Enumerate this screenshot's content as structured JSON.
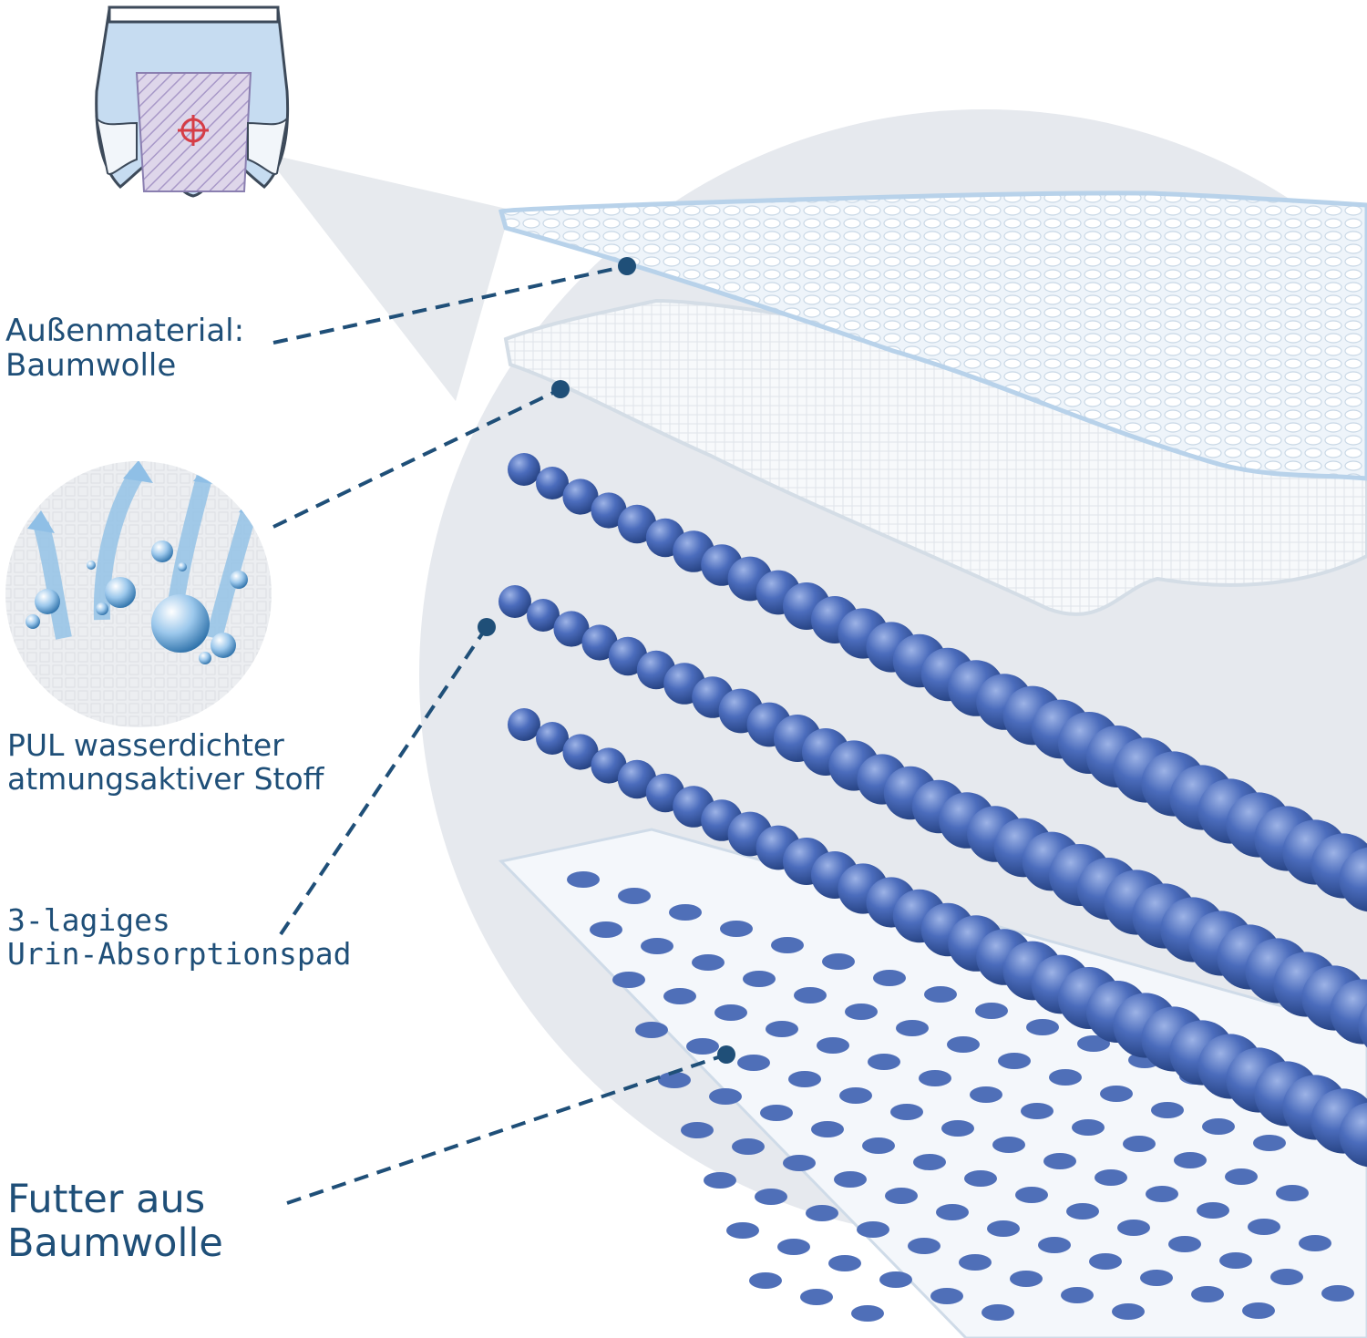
{
  "labels": {
    "outer_material": [
      "Außenmaterial:",
      "Baumwolle"
    ],
    "pul_fabric": [
      "PUL wasserdichter",
      "atmungsaktiver Stoff"
    ],
    "absorption_pad": [
      "3-lagiges",
      "Urin-Absorptionspad"
    ],
    "lining": [
      "Futter aus",
      "Baumwolle"
    ]
  },
  "colors": {
    "label_text": "#1f4f78",
    "leader_line": "#1f4f78",
    "circle_bg": "#e6e9ee",
    "bead_blue": "#3d5fae",
    "fabric_white": "#f2f6fa",
    "pant_blue": "#c6dcf1",
    "pad_stripes": "#b7a9cf",
    "cross_red": "#d63d46"
  },
  "icons": {
    "pant": "training-pant-icon",
    "breathable": "breathable-droplets-icon"
  }
}
